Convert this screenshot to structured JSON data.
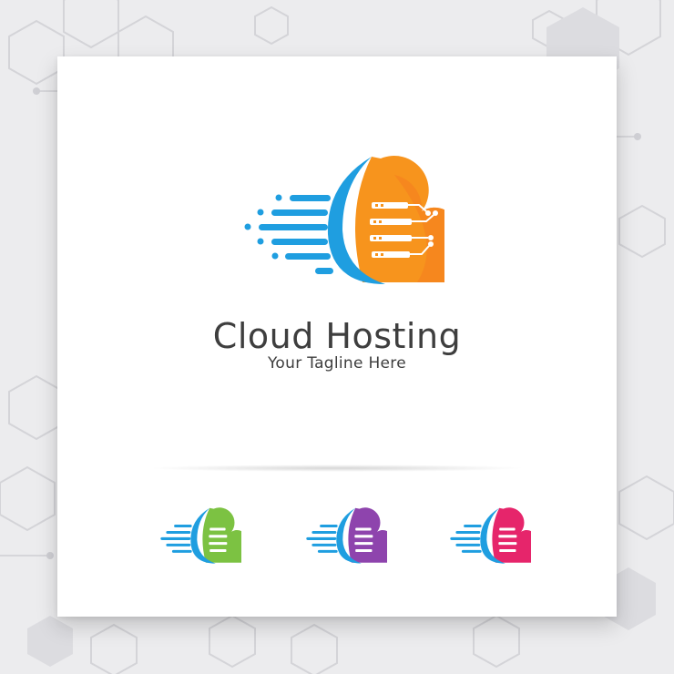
{
  "brand": {
    "title": "Cloud Hosting",
    "tagline": "Your Tagline Here"
  },
  "colors": {
    "background": "#ececee",
    "card": "#ffffff",
    "text": "#3e3e3e",
    "swoosh_blue": "#1f9ee0",
    "cloud_orange": "#f7941d",
    "cloud_green": "#7cc242",
    "cloud_purple": "#8e44ad",
    "cloud_pink": "#e6256b"
  },
  "variants": [
    {
      "name": "green",
      "color": "#7cc242"
    },
    {
      "name": "purple",
      "color": "#8e44ad"
    },
    {
      "name": "pink",
      "color": "#e6256b"
    }
  ]
}
